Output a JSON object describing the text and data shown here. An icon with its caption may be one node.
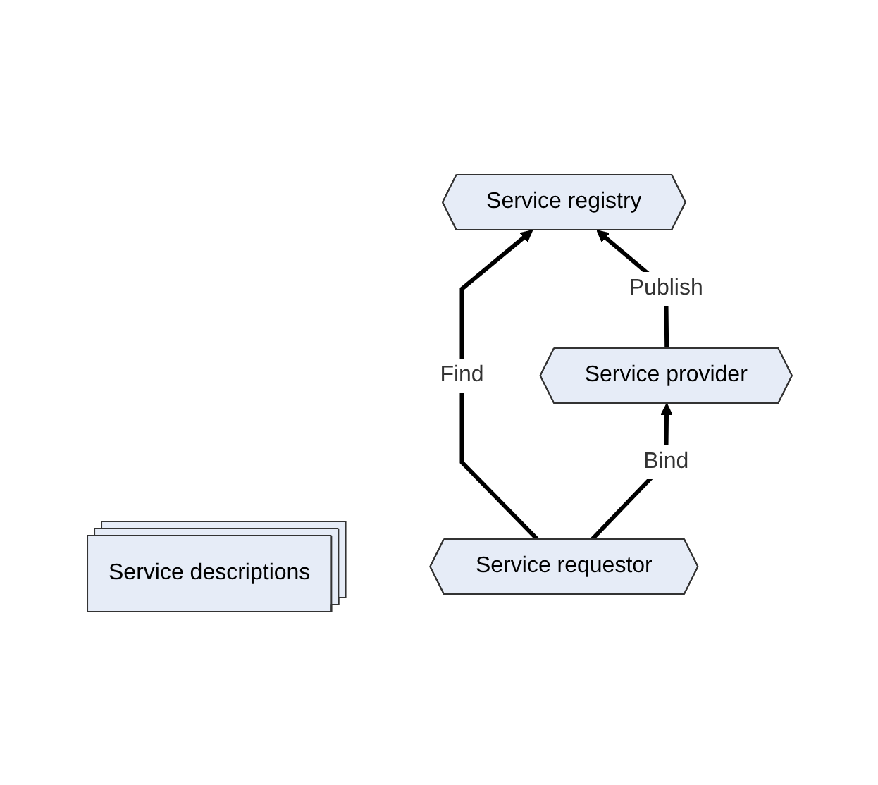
{
  "diagram": {
    "nodes": [
      {
        "text": [
          "Service descriptions"
        ]
      },
      {
        "text": [
          "Service registry"
        ]
      },
      {
        "text": [
          "Service requestor"
        ]
      },
      {
        "text": [
          "Service provider"
        ]
      }
    ],
    "edges": [
      {
        "from": 2,
        "to": 1,
        "arrow": "to",
        "label": "Find"
      },
      {
        "from": 3,
        "to": 1,
        "arrow": "to",
        "label": "Publish"
      },
      {
        "from": 2,
        "to": 3,
        "arrow": "to",
        "label": "Bind"
      }
    ]
  }
}
